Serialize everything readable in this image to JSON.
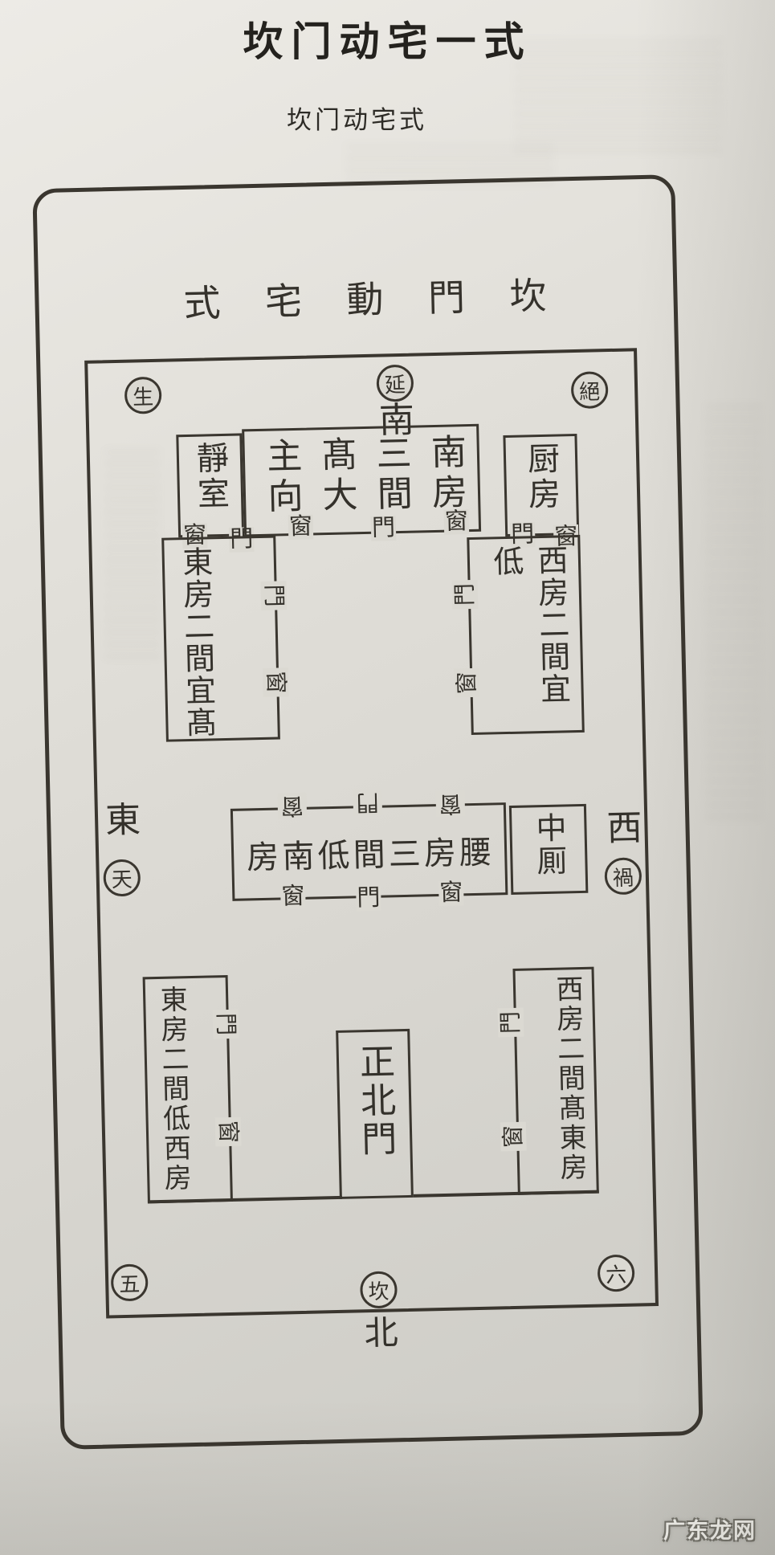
{
  "page": {
    "title": "坎门动宅一式",
    "subtitle": "坎门动宅式",
    "watermark": "广东龙网"
  },
  "diagram": {
    "caption": [
      "式",
      "宅",
      "動",
      "門",
      "坎"
    ],
    "corners": {
      "top_left": "生",
      "top_right": "絕",
      "bottom_left": "五",
      "bottom_right": "六"
    },
    "compass": {
      "south_circle": "延",
      "south": "南",
      "north_circle": "坎",
      "north": "北",
      "east": "東",
      "east_circle": "天",
      "west": "西",
      "west_circle": "禍"
    },
    "rooms": {
      "quiet_room": {
        "name": "靜室",
        "window": "窗",
        "door": "門"
      },
      "south_hall": {
        "text": "南房三間髙大主向",
        "window_left": "窗",
        "door": "門",
        "window_right": "窗"
      },
      "kitchen": {
        "name": "厨房",
        "door": "門",
        "window": "窗"
      },
      "east_wing": {
        "name": "東房二間宜髙",
        "door": "門",
        "window": "窗"
      },
      "west_wing": {
        "name": "西房二間宜低",
        "door": "門",
        "window": "窗"
      },
      "waist_hall": {
        "chars": [
          "房",
          "南",
          "低",
          "間",
          "三",
          "房",
          "腰"
        ],
        "top_windows": [
          "窗",
          "門",
          "窗"
        ],
        "bottom_windows": [
          "窗",
          "門",
          "窗"
        ]
      },
      "middle_privy": {
        "name": "中厠"
      },
      "north_east_room": {
        "name": "東房二間低西房",
        "door": "門",
        "window": "窗"
      },
      "north_gate": {
        "name": "正北門"
      },
      "north_west_room": {
        "name": "西房二間髙東房",
        "door": "門",
        "window": "窗"
      }
    },
    "colors": {
      "ink": "#3a362f",
      "paper": "#dbd9d2"
    }
  }
}
